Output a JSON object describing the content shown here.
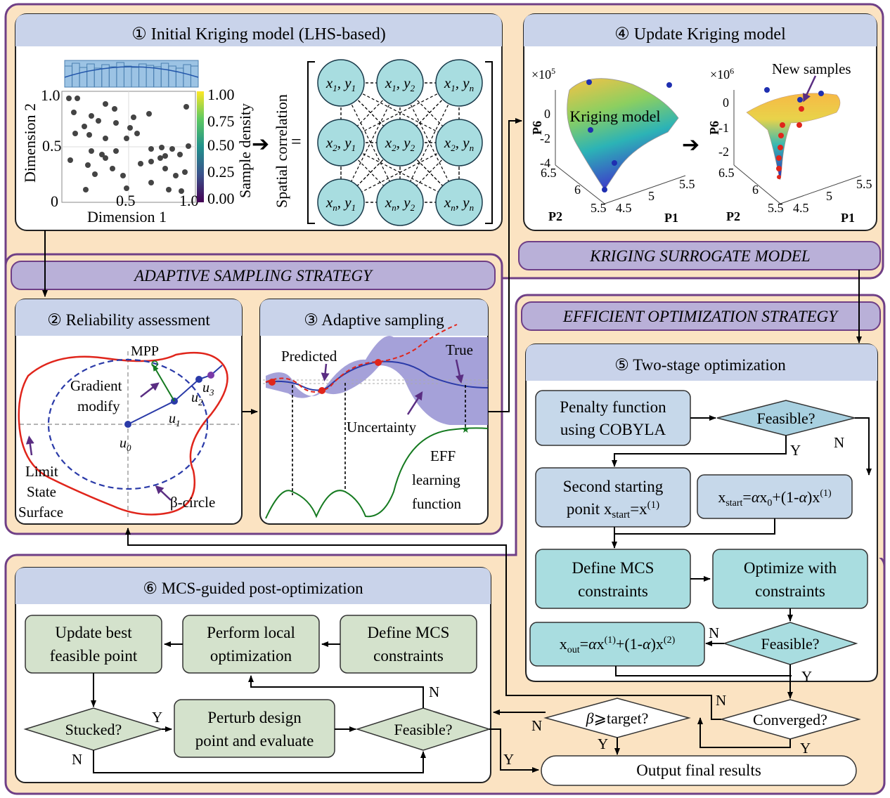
{
  "colors": {
    "frame_orange": "#fbe3c2",
    "frame_border": "#6f3f86",
    "header_blue": "#c9d3ea",
    "section_banner": "#b9b0d8",
    "box_lightblue": "#c6d8ea",
    "box_teal": "#a9dde0",
    "box_green": "#d4e2cc",
    "node_cyan": "#a8dde0",
    "red_curve": "#e0251b",
    "blue_dashed": "#2a3aa8",
    "green_curve": "#157a20"
  },
  "banners": {
    "adaptive": "ADAPTIVE SAMPLING STRATEGY",
    "kriging": "KRIGING SURROGATE MODEL",
    "efficient": "EFFICIENT OPTIMIZATION STRATEGY"
  },
  "panel1": {
    "title": "① Initial Kriging model (LHS-based)",
    "ylabel": "Dimension 2",
    "xlabel": "Dimension 1",
    "yticks": [
      "1.0",
      "0.5",
      "0"
    ],
    "xticks": [
      "0.5",
      "1.0"
    ],
    "colorbar_ticks": [
      "1.00",
      "0.75",
      "0.50",
      "0.25",
      "0.00"
    ],
    "colorbar_label": "Sample density",
    "matrix_label": "Spatial correlation",
    "equals": "=",
    "arrow": "➔",
    "nodes": [
      {
        "a": "x",
        "as": "1",
        "b": "y",
        "bs": "1"
      },
      {
        "a": "x",
        "as": "1",
        "b": "y",
        "bs": "2"
      },
      {
        "a": "x",
        "as": "1",
        "b": "y",
        "bs": "n"
      },
      {
        "a": "x",
        "as": "2",
        "b": "y",
        "bs": "1"
      },
      {
        "a": "x",
        "as": "2",
        "b": "y",
        "bs": "2"
      },
      {
        "a": "x",
        "as": "2",
        "b": "y",
        "bs": "n"
      },
      {
        "a": "x",
        "as": "n",
        "b": "y",
        "bs": "1"
      },
      {
        "a": "x",
        "as": "n",
        "b": "y",
        "bs": "2"
      },
      {
        "a": "x",
        "as": "n",
        "b": "y",
        "bs": "n"
      }
    ]
  },
  "panel4": {
    "title": "④ Update Kriging model",
    "left_scale": "×10",
    "left_scale_exp": "5",
    "right_scale": "×10",
    "right_scale_exp": "6",
    "left_z_ticks": [
      "0",
      "-2",
      "-4"
    ],
    "right_z_ticks": [
      "0",
      "-1",
      "-2"
    ],
    "p_ticks": [
      "6.5",
      "6",
      "5.5",
      "4.5",
      "5",
      "5.5"
    ],
    "zlabel": "P6",
    "xlabel_p1": "P1",
    "xlabel_p2": "P2",
    "surface_label": "Kriging model",
    "new_samples": "New samples",
    "arrow": "➔"
  },
  "panel2": {
    "title": "② Reliability assessment",
    "mpp": "MPP",
    "gradient": "Gradient modify",
    "u0": "u",
    "u0s": "0",
    "u1": "u",
    "u1s": "1",
    "u2": "u",
    "u2s": "2",
    "u3": "u",
    "u3s": "3",
    "limit": "Limit State Surface",
    "beta": "β-circle"
  },
  "panel3": {
    "title": "③ Adaptive sampling",
    "predicted": "Predicted",
    "true": "True",
    "uncertainty": "Uncertainty",
    "eff": "EFF learning function"
  },
  "panel5": {
    "title": "⑤ Two-stage optimization",
    "penalty": "Penalty function using COBYLA",
    "feasible1": "Feasible?",
    "second": "Second starting ponit x",
    "second_sub": "start",
    "second_tail": "=x",
    "second_sup": "(1)",
    "xstart": "x",
    "xstart_sub": "start",
    "xstart_eq": "=αx",
    "xstart_0": "0",
    "xstart_mid": "+(1-α)x",
    "xstart_sup": "(1)",
    "define": "Define MCS constraints",
    "optimize": "Optimize with constraints",
    "xout": "x",
    "xout_sub": "out",
    "xout_eq": "=αx",
    "xout_sup1": "(1)",
    "xout_mid": "+(1-α)x",
    "xout_sup2": "(2)",
    "feasible2": "Feasible?",
    "converged": "Converged?",
    "Y": "Y",
    "N": "N"
  },
  "panel6": {
    "title": "⑥ MCS-guided post-optimization",
    "update": "Update best feasible point",
    "perform": "Perform local optimization",
    "define": "Define MCS constraints",
    "stucked": "Stucked?",
    "perturb": "Perturb design point and evaluate",
    "feasible": "Feasible?",
    "beta_target": "β⩾target?",
    "output": "Output final results",
    "Y": "Y",
    "N": "N"
  }
}
